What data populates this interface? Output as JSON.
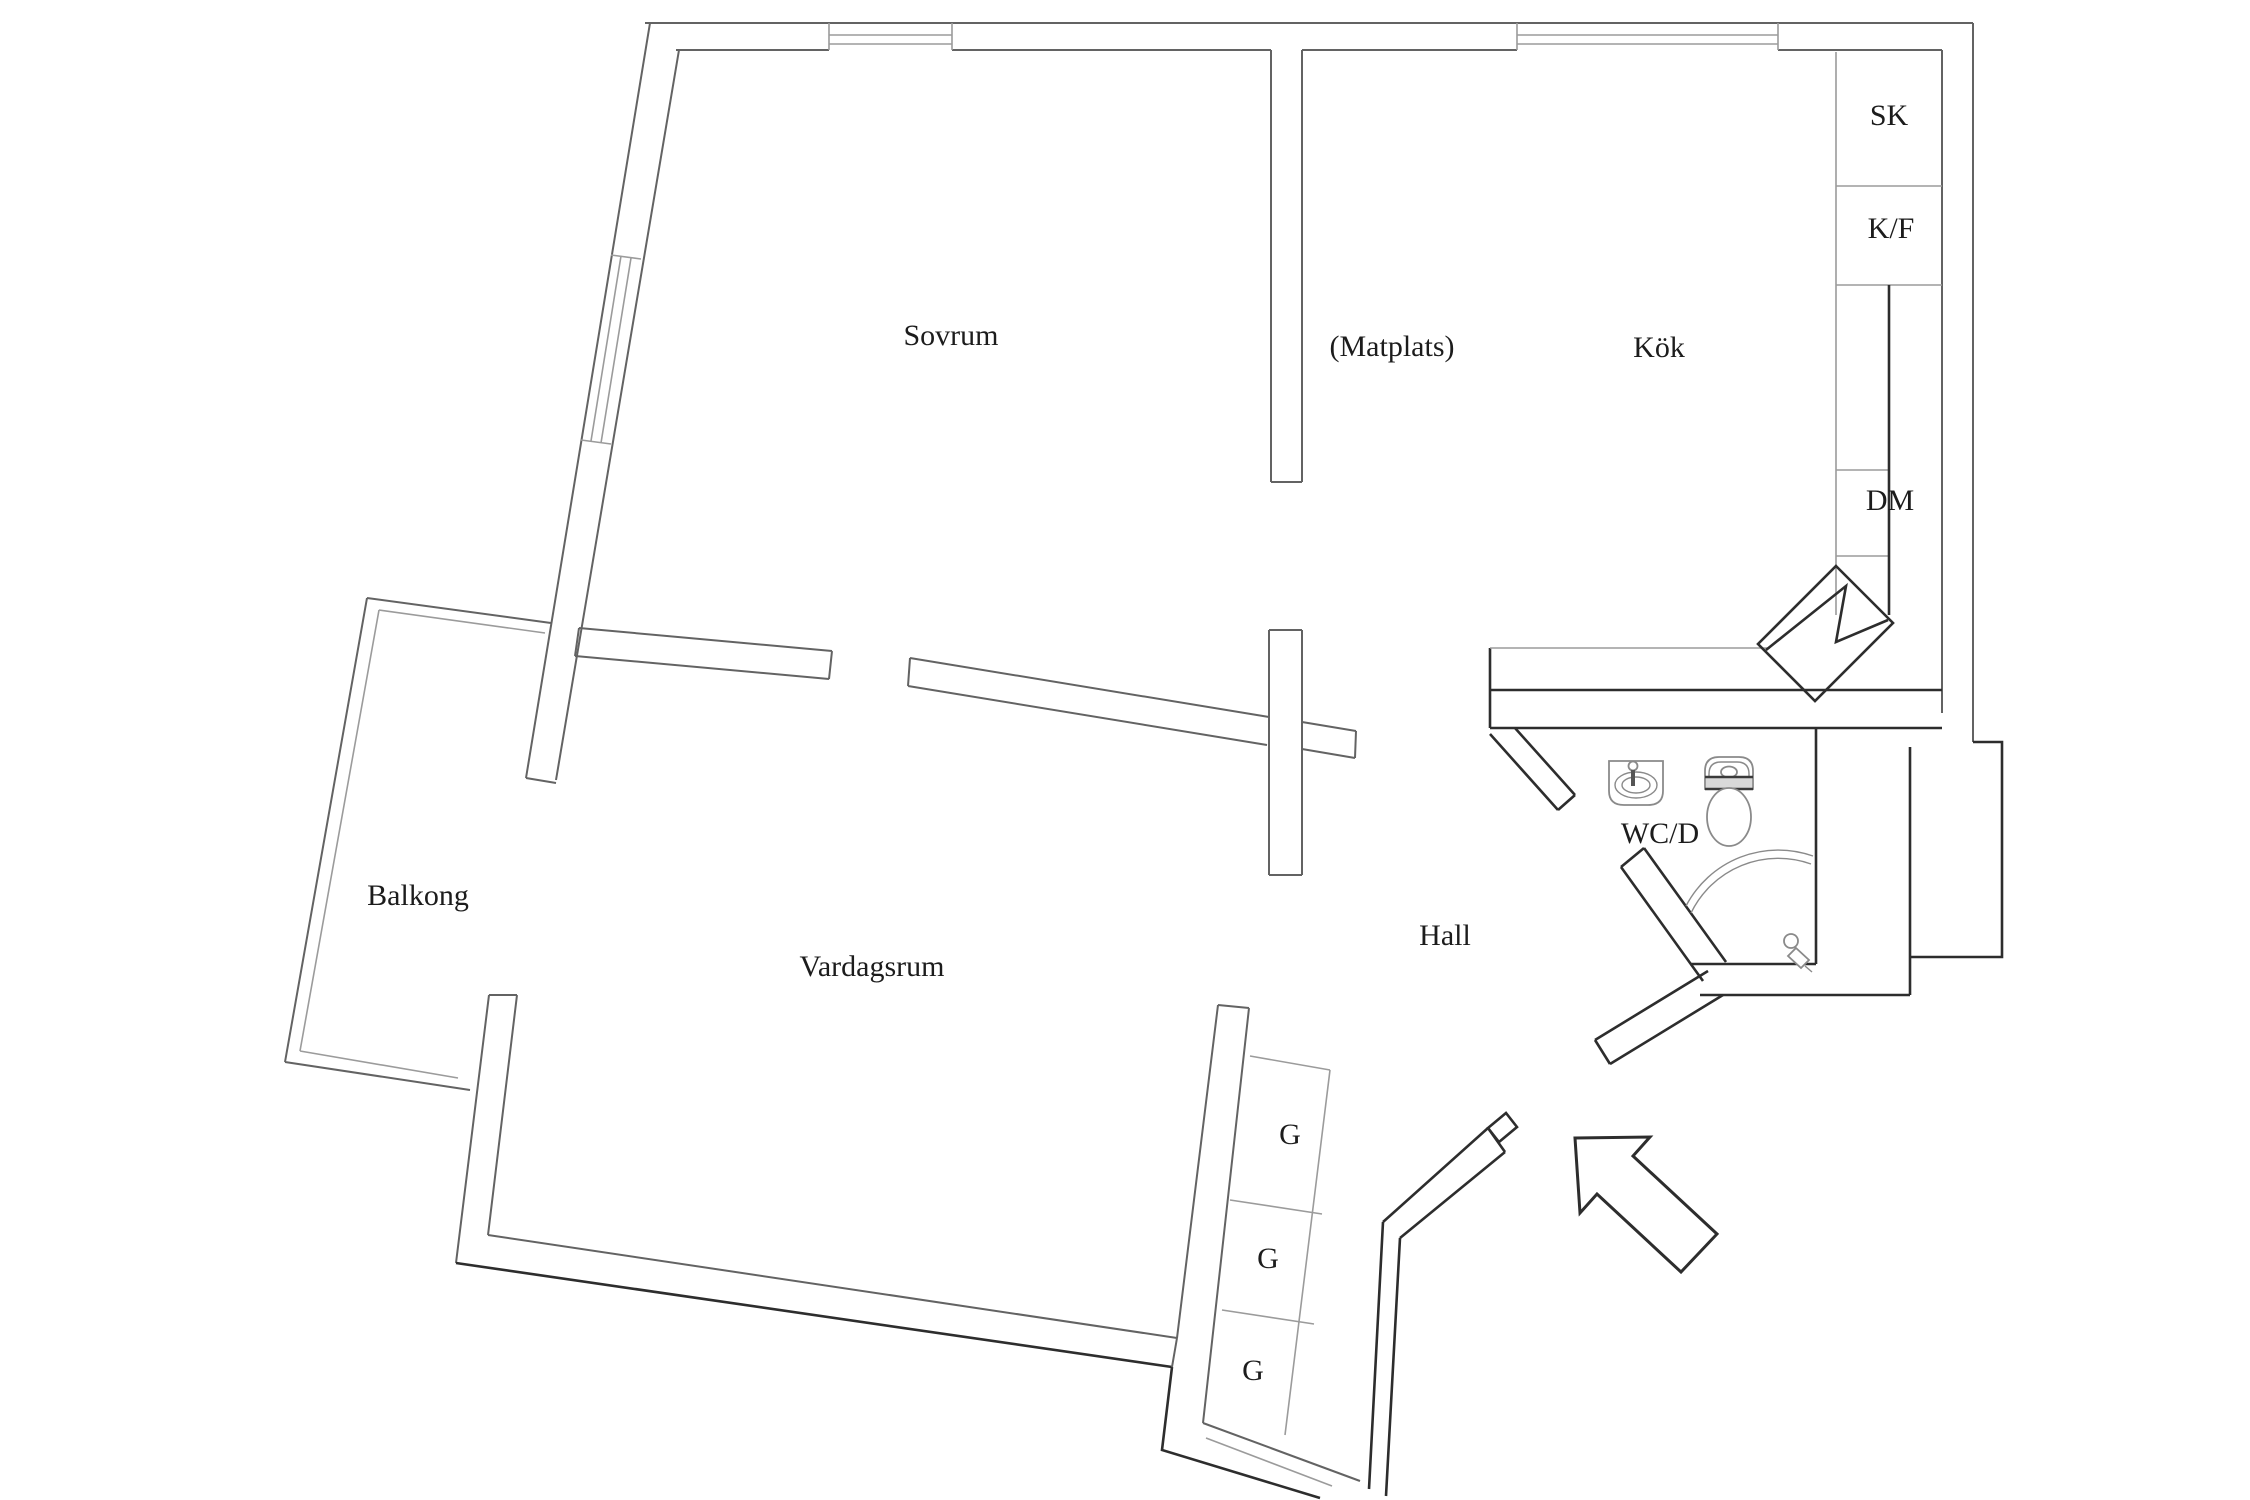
{
  "drawing": {
    "kind": "apartment floor plan",
    "background_color": "#ffffff",
    "wall_color": "#2d2d2d",
    "line_color": "#9b9b9b",
    "text_color": "#1c1c1c"
  },
  "labels": {
    "bedroom": "Sovrum",
    "dining": "(Matplats)",
    "kitchen": "Kök",
    "tall_cabinet": "SK",
    "fridge_freezer": "K/F",
    "dishwasher": "DM",
    "bathroom": "WC/D",
    "hall": "Hall",
    "living_room": "Vardagsrum",
    "balcony": "Balkong",
    "wardrobe_1": "G",
    "wardrobe_2": "G",
    "wardrobe_3": "G"
  },
  "icons": {
    "sink": "washbasin",
    "toilet": "toilet",
    "shower": "corner shower with door arc",
    "shower_head": "shower head",
    "entrance_arrow": "entrance direction arrow",
    "corner_cabinet": "diagonal corner cabinet",
    "windows": "double-line window symbols",
    "wardrobes": "wardrobe boxes"
  }
}
